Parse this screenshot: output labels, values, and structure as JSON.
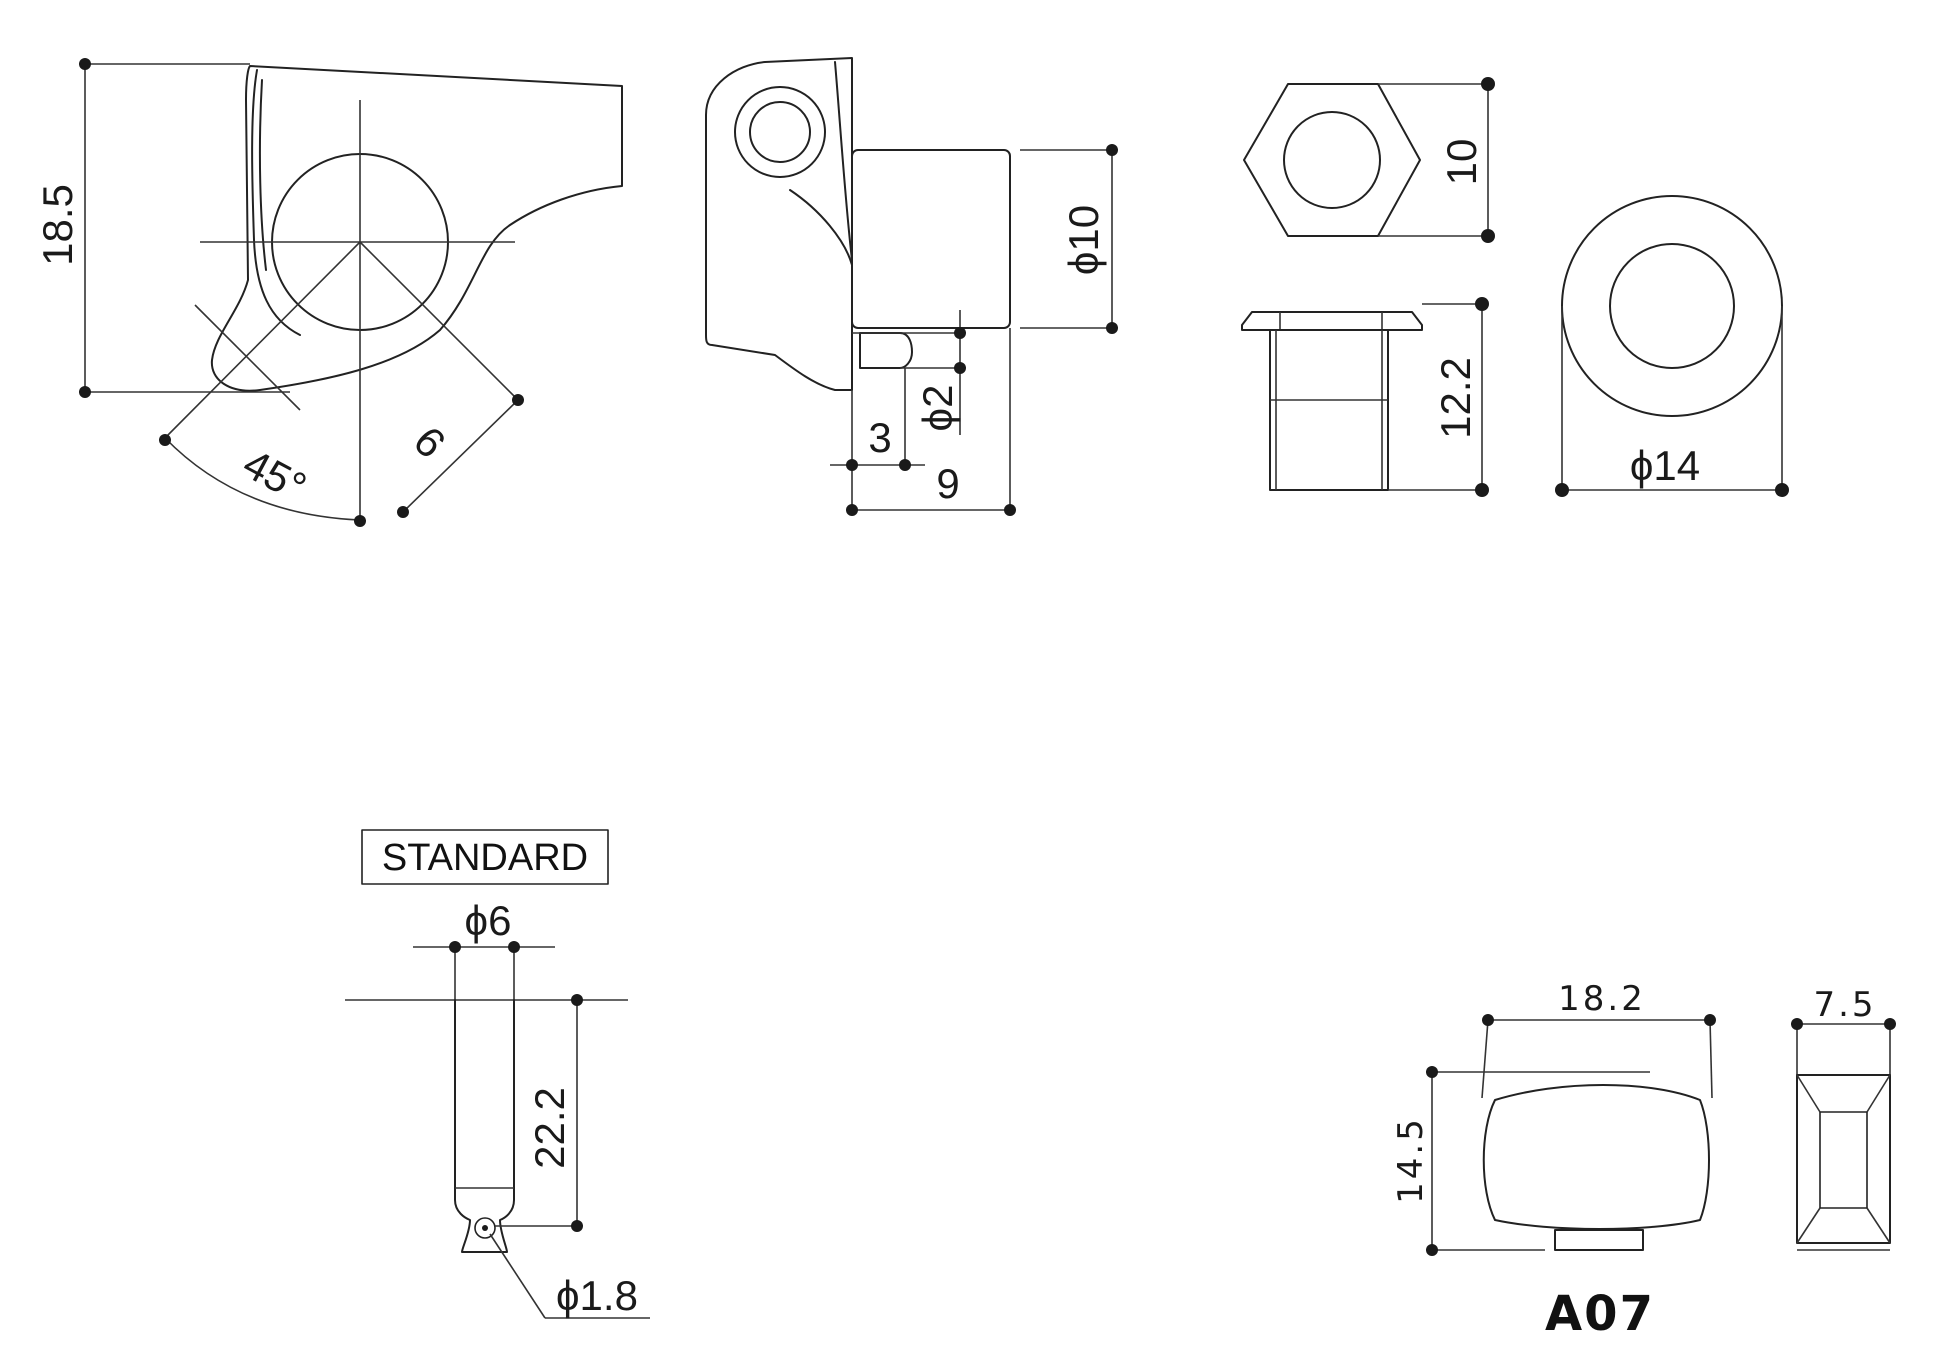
{
  "dimensions": {
    "post_height": "18.5",
    "angle": "45°",
    "gear_offset": "9",
    "bushing_diameter": "ϕ10",
    "pin_diameter": "ϕ2",
    "pin_offset": "3",
    "bushing_length": "9",
    "nut_height": "10",
    "bushing_height": "12.2",
    "washer_diameter": "ϕ14",
    "post_diameter": "ϕ6",
    "post_length": "22.2",
    "hole_diameter": "ϕ1.8",
    "button_width": "18.2",
    "button_height": "14.5",
    "button_thickness": "7.5"
  },
  "labels": {
    "standard": "STANDARD",
    "model": "A07"
  }
}
